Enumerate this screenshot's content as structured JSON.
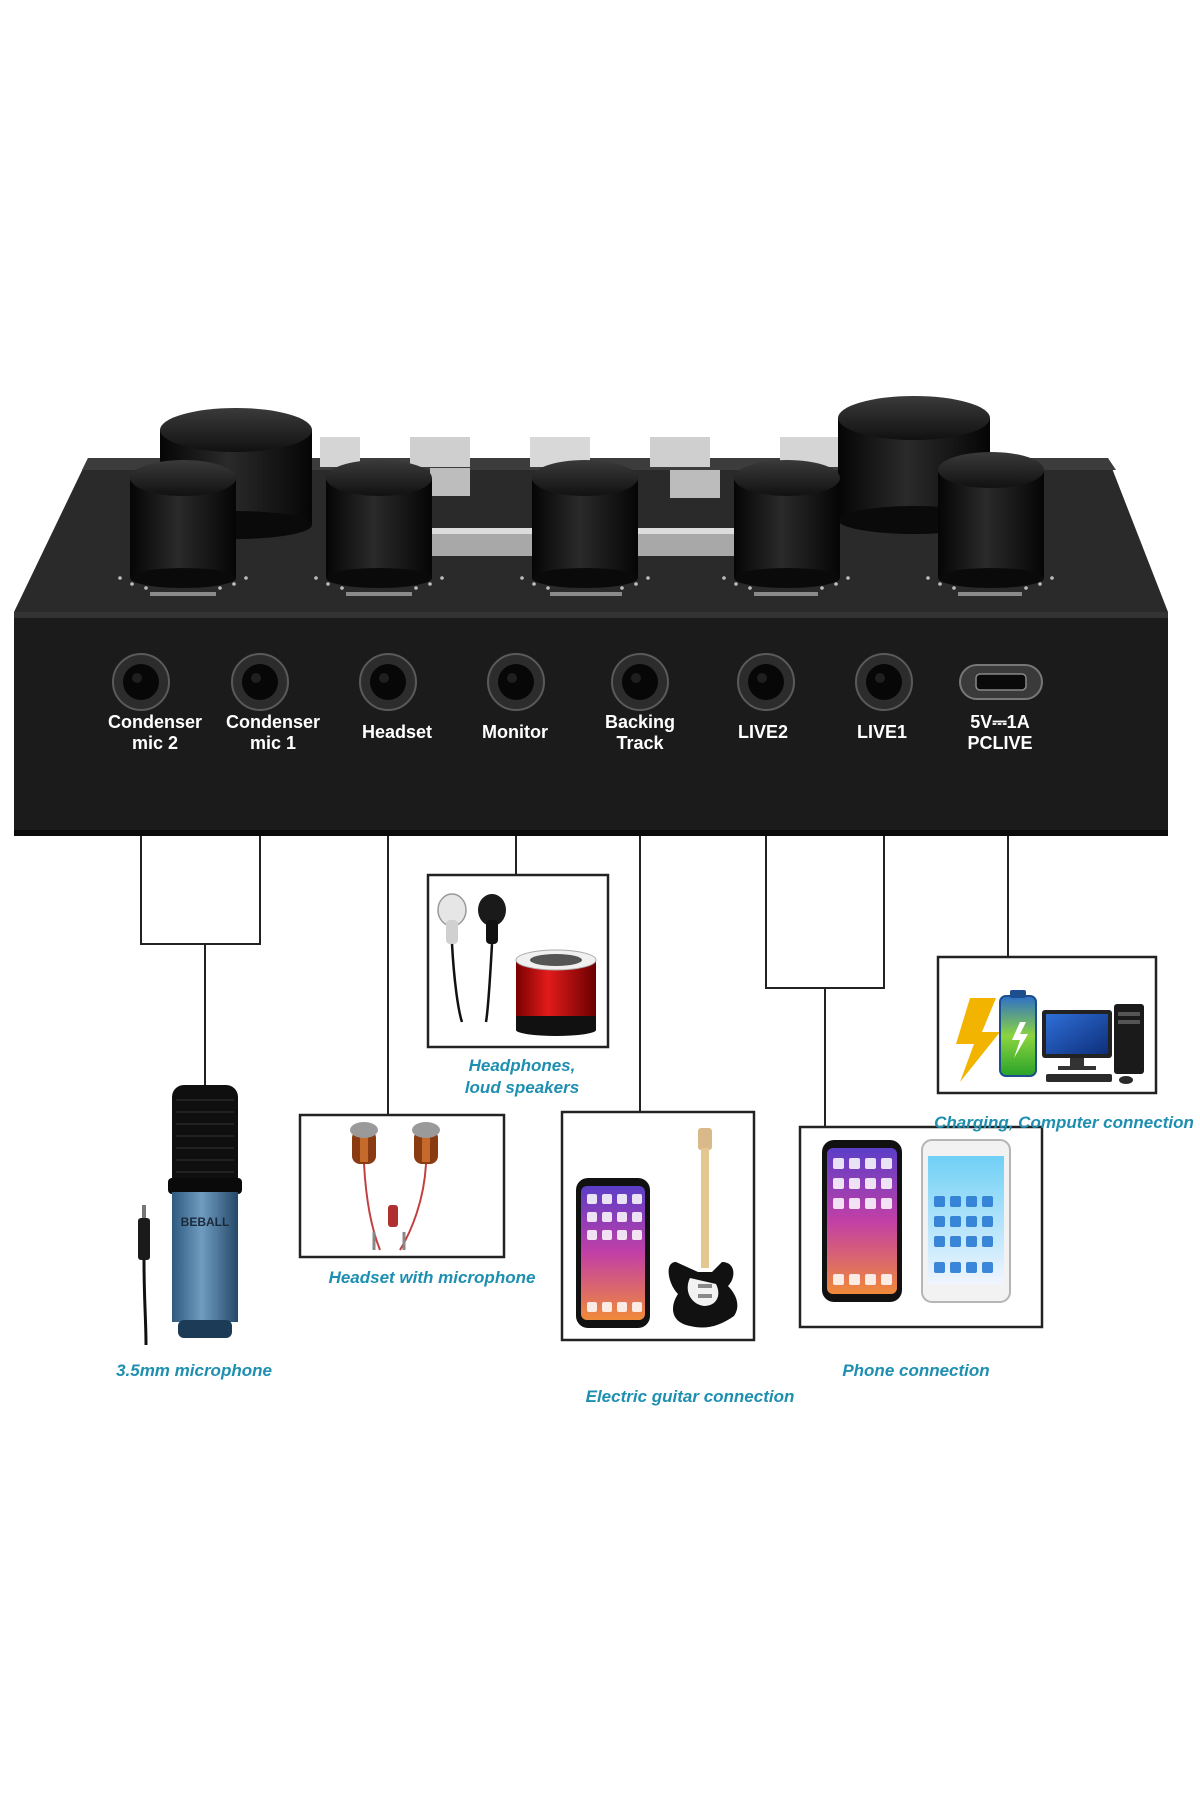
{
  "device": {
    "ports": [
      {
        "id": "condenser-mic-2",
        "lines": [
          "Condenser",
          "mic 2"
        ]
      },
      {
        "id": "condenser-mic-1",
        "lines": [
          "Condenser",
          "mic 1"
        ]
      },
      {
        "id": "headset",
        "lines": [
          "Headset"
        ]
      },
      {
        "id": "monitor",
        "lines": [
          "Monitor"
        ]
      },
      {
        "id": "backing-track",
        "lines": [
          "Backing",
          "Track"
        ]
      },
      {
        "id": "live2",
        "lines": [
          "LIVE2"
        ]
      },
      {
        "id": "live1",
        "lines": [
          "LIVE1"
        ]
      },
      {
        "id": "usb",
        "lines": [
          "5V⎓1A",
          "PCLIVE"
        ]
      }
    ],
    "colors": {
      "body": "#1c1c1c",
      "knob": "#0d0d0d",
      "slider": "#c9c9c9"
    }
  },
  "accessories": {
    "microphone": {
      "caption": "3.5mm microphone",
      "brand": "BEBALL"
    },
    "headset": {
      "caption": "Headset with microphone"
    },
    "speakers": {
      "caption_line1": "Headphones,",
      "caption_line2": "loud speakers"
    },
    "guitar": {
      "caption": "Electric guitar connection"
    },
    "phone": {
      "caption": "Phone connection"
    },
    "computer": {
      "caption": "Charging, Computer connection"
    }
  },
  "colors": {
    "caption": "#1e8fb0",
    "line": "#222222"
  }
}
